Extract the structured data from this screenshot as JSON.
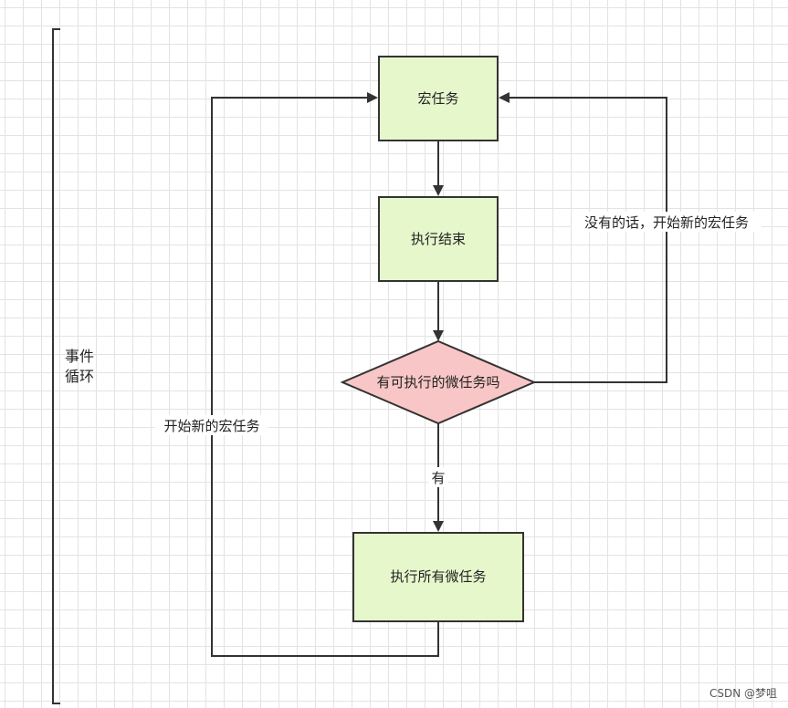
{
  "nodes": {
    "macro_task": {
      "label": "宏任务",
      "fill": "#e6f7cc",
      "stroke": "#333333"
    },
    "exec_done": {
      "label": "执行结束",
      "fill": "#e6f7cc",
      "stroke": "#333333"
    },
    "has_micro": {
      "label": "有可执行的微任务吗",
      "fill": "#f8c6c6",
      "stroke": "#333333"
    },
    "exec_all_micro": {
      "label": "执行所有微任务",
      "fill": "#e6f7cc",
      "stroke": "#333333"
    }
  },
  "edges": {
    "yes_label": "有",
    "no_label": "没有的话，开始新的宏任务",
    "loop_label": "开始新的宏任务"
  },
  "bracket": {
    "line1": "事件",
    "line2": "循环"
  },
  "watermark": "CSDN @梦咀",
  "colors": {
    "line": "#333333"
  }
}
